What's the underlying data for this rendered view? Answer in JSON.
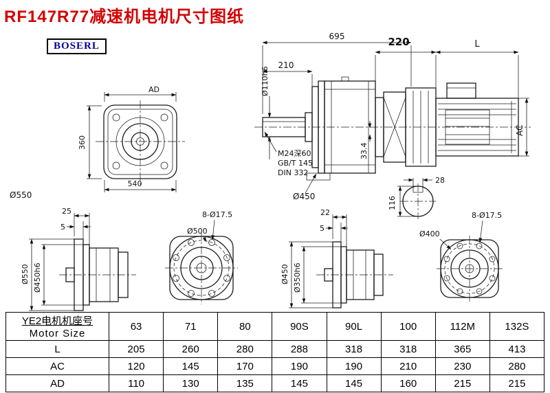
{
  "page": {
    "title": "RF147R77减速机电机尺寸图纸",
    "logo": "BOSERL"
  },
  "front_view": {
    "ad": "AD",
    "h360": "360",
    "w540": "540",
    "dia550": "Ø550"
  },
  "main_view": {
    "d695": "695",
    "d210": "210",
    "dia110": "Ø110h6",
    "m24": "M24深60",
    "gbt": "GB/T 145",
    "din": "DIN 332",
    "d334": "33.4",
    "dia450": "Ø450"
  },
  "motor": {
    "d220": "220",
    "len": "L",
    "ac": "AC"
  },
  "shaft_end": {
    "d28": "28",
    "d116": "116"
  },
  "flange_a": {
    "d25": "25",
    "d5": "5",
    "dia550": "Ø550",
    "dia450h6": "Ø450h6"
  },
  "circle_b": {
    "dia500": "Ø500",
    "holes": "8-Ø17.5"
  },
  "flange_c": {
    "d22": "22",
    "d5": "5",
    "dia450": "Ø450",
    "dia350h6": "Ø350h6"
  },
  "circle_d": {
    "dia400": "Ø400",
    "holes": "8-Ø17.5"
  },
  "table": {
    "header_cn": "YE2电机机座号",
    "header_en": "Motor Size",
    "columns": [
      "63",
      "71",
      "80",
      "90S",
      "90L",
      "100",
      "112M",
      "132S"
    ],
    "rows": [
      {
        "label": "L",
        "values": [
          "205",
          "260",
          "280",
          "288",
          "318",
          "318",
          "365",
          "413"
        ]
      },
      {
        "label": "AC",
        "values": [
          "120",
          "145",
          "170",
          "190",
          "190",
          "210",
          "230",
          "280"
        ]
      },
      {
        "label": "AD",
        "values": [
          "110",
          "130",
          "135",
          "145",
          "145",
          "160",
          "215",
          "215"
        ]
      }
    ]
  }
}
